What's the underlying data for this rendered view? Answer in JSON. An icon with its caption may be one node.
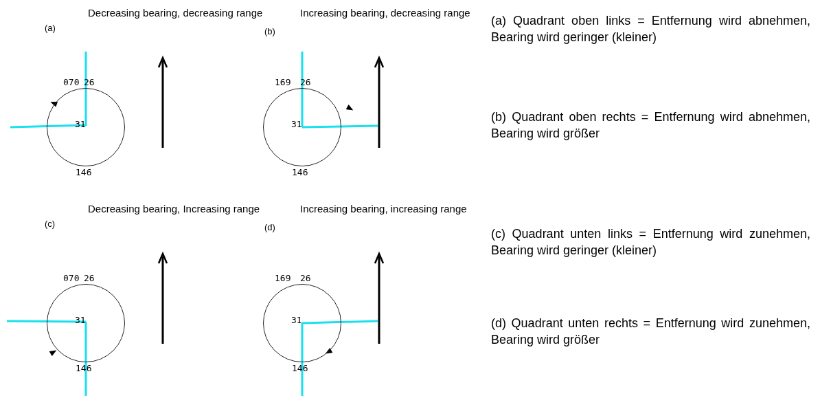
{
  "diagram": {
    "nodes": [
      {
        "text": [
          "31"
        ]
      },
      {
        "text": [
          "31"
        ]
      },
      {
        "text": [
          "31"
        ]
      },
      {
        "text": [
          "31"
        ]
      }
    ],
    "labels": [
      "Decreasing bearing, decreasing range",
      "(a)",
      "070",
      "26",
      "146",
      "Increasing bearing, decreasing range",
      "(b)",
      "169",
      "26",
      "146",
      "Decreasing bearing, Increasing range",
      "(c)",
      "070",
      "26",
      "146",
      "Increasing bearing, increasing range",
      "(d)",
      "169",
      "26",
      "146",
      "(a) Quadrant oben links = Entfernung wird abnehmen, Bearing wird geringer (kleiner)",
      "(b) Quadrant oben rechts = Entfernung wird abnehmen, Bearing wird größer",
      "(c) Quadrant unten links = Entfernung wird zunehmen, Bearing wird geringer (kleiner)",
      "(d) Quadrant unten rechts = Entfernung wird zunehmen, Bearing wird größer"
    ]
  }
}
